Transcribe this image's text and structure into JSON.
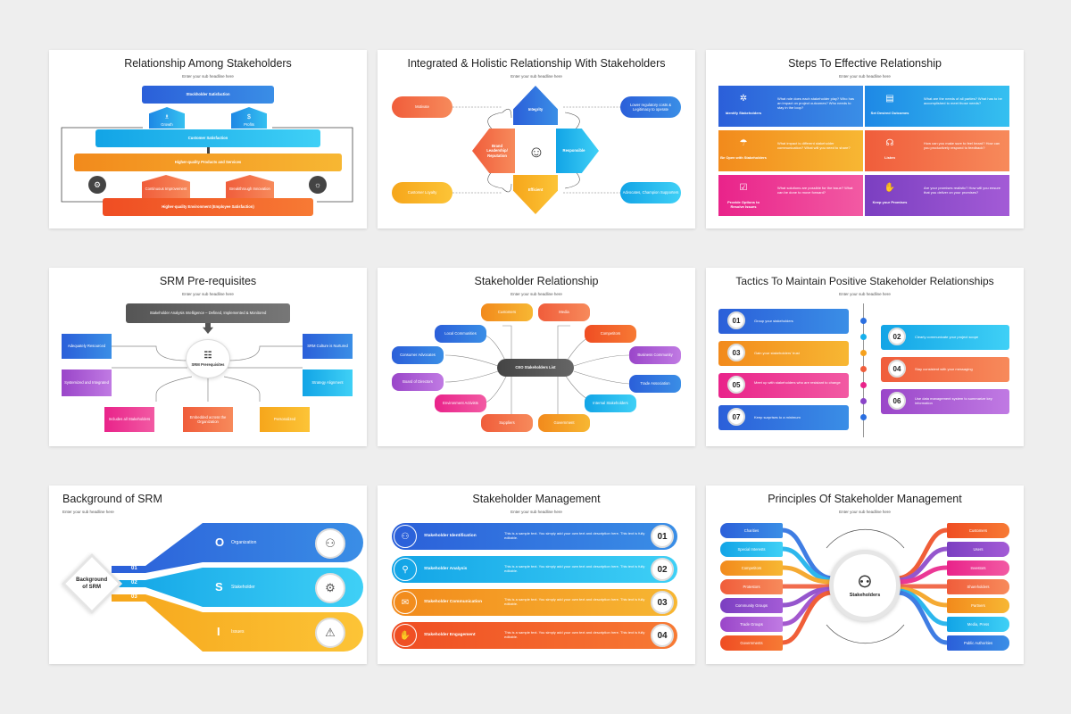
{
  "slides": {
    "s1": {
      "title": "Relationship Among Stakeholders",
      "sub": "Enter your sub headline here",
      "top": "Stockholder Satisfaction",
      "arrow_left": "Growth",
      "arrow_right": "Profits",
      "customer": "Customer Satisfaction",
      "products": "Higher-quality Products and Services",
      "improve_left": "Continuous Improvement",
      "improve_right": "Breakthrough Innovation",
      "env": "Higher-quality Environment (Employee Satisfaction)"
    },
    "s2": {
      "title": "Integrated & Holistic Relationship With Stakeholders",
      "sub": "Enter your sub headline here",
      "motivate": "Motivate",
      "lower": "Lower regulatory costs & Legitimacy to operate",
      "integrity": "Integrity",
      "brand": "Brand Leadership/ Reputation",
      "responsible": "Responsible",
      "efficient": "Efficient",
      "loyalty": "Customer Loyalty",
      "advocates": "Advocates, Champion Supporters"
    },
    "s3": {
      "title": "Steps To Effective Relationship",
      "sub": "Enter your sub headline here",
      "cells": [
        {
          "label": "Identify Stakeholders",
          "text": "What role does each stakeholder play? Who has an impact on project outcomes? Who needs to stay in the loop?"
        },
        {
          "label": "Set Desired Outcomes",
          "text": "What are the needs of all parties? What has to be accomplished to meet those needs?"
        },
        {
          "label": "Be Open with Stakeholders",
          "text": "What impact is different stakeholder communication? What will you need to share?"
        },
        {
          "label": "Listen",
          "text": "How can you make sure to feel heard? How can you productively respond to feedback?"
        },
        {
          "label": "Provide Options to Resolve Issues",
          "text": "What solutions are possible for the issue? What can be done to move forward?"
        },
        {
          "label": "Keep your Promises",
          "text": "Are your promises realistic? How will you ensure that you deliver on your promises?"
        }
      ]
    },
    "s4": {
      "title": "SRM Pre-requisites",
      "sub": "Enter your sub headline here",
      "top": "Stakeholder Analysis Intelligence – Defined, Implemented & Monitored",
      "center": "SRM Prerequisites",
      "left1": "Adequately Resourced",
      "left2": "Systemized and Integrated",
      "right1": "SRM Culture is Nurtured",
      "right2": "Strategy Alignment",
      "bottom1": "Includes all Stakeholders",
      "bottom2": "Embedded across the Organization",
      "bottom3": "Personalized"
    },
    "s5": {
      "title": "Stakeholder Relationship",
      "sub": "Enter your sub headline here",
      "center": "CEO Stakeholders List",
      "nodes": [
        "Customers",
        "Media",
        "Local Communities",
        "Competitors",
        "Consumer Advocates",
        "Business Community",
        "Board of Directors",
        "Trade Association",
        "Environment Activists",
        "Internal Stakeholders",
        "Suppliers",
        "Government"
      ]
    },
    "s6": {
      "title": "Tactics To Maintain Positive Stakeholder Relationships",
      "sub": "Enter your sub headline here",
      "items": [
        {
          "n": "01",
          "text": "Group your stakeholders"
        },
        {
          "n": "02",
          "text": "Clearly communicate your project scope"
        },
        {
          "n": "03",
          "text": "Gain your stakeholders' trust"
        },
        {
          "n": "04",
          "text": "Stay consistent with your messaging"
        },
        {
          "n": "05",
          "text": "Meet up with stakeholders who are resistant to change"
        },
        {
          "n": "06",
          "text": "Use data management system to summarize key information"
        },
        {
          "n": "07",
          "text": "Keep surprises to a minimum"
        }
      ]
    },
    "s7": {
      "title": "Background of SRM",
      "sub": "Enter your sub headline here",
      "diamond": "Background of SRM",
      "rows": [
        {
          "n": "01",
          "letter": "O",
          "label": "Organization"
        },
        {
          "n": "02",
          "letter": "S",
          "label": "Stakeholder"
        },
        {
          "n": "03",
          "letter": "I",
          "label": "Issues"
        }
      ]
    },
    "s8": {
      "title": "Stakeholder Management",
      "sub": "Enter your sub headline here",
      "rows": [
        {
          "label": "Stakeholder Identification",
          "text": "This is a sample text. You simply add your own text and description here. This text is fully editable.",
          "n": "01"
        },
        {
          "label": "Stakeholder Analysis",
          "text": "This is a sample text. You simply add your own text and description here. This text is fully editable.",
          "n": "02"
        },
        {
          "label": "Stakeholder Communication",
          "text": "This is a sample text. You simply add your own text and description here. This text is fully editable.",
          "n": "03"
        },
        {
          "label": "Stakeholder Engagement",
          "text": "This is a sample text. You simply add your own text and description here. This text is fully editable.",
          "n": "04"
        }
      ]
    },
    "s9": {
      "title": "Principles Of Stakeholder Management",
      "sub": "Enter your sub headline here",
      "center": "Stakeholders",
      "left": [
        "Charities",
        "Special Interests",
        "Competitors",
        "Protestors",
        "Community Groups",
        "Trade Groups",
        "Governments"
      ],
      "right": [
        "Customers",
        "Users",
        "Investors",
        "Shareholders",
        "Partners",
        "Media, Press",
        "Public Authorities"
      ]
    }
  },
  "colors": {
    "bg": "#eeeeee",
    "blue": "#2b6fe0",
    "orange": "#f5a11d",
    "red": "#ef4d23",
    "pink": "#e9238a",
    "purple": "#8a44c8",
    "cyan": "#17b0ec"
  }
}
